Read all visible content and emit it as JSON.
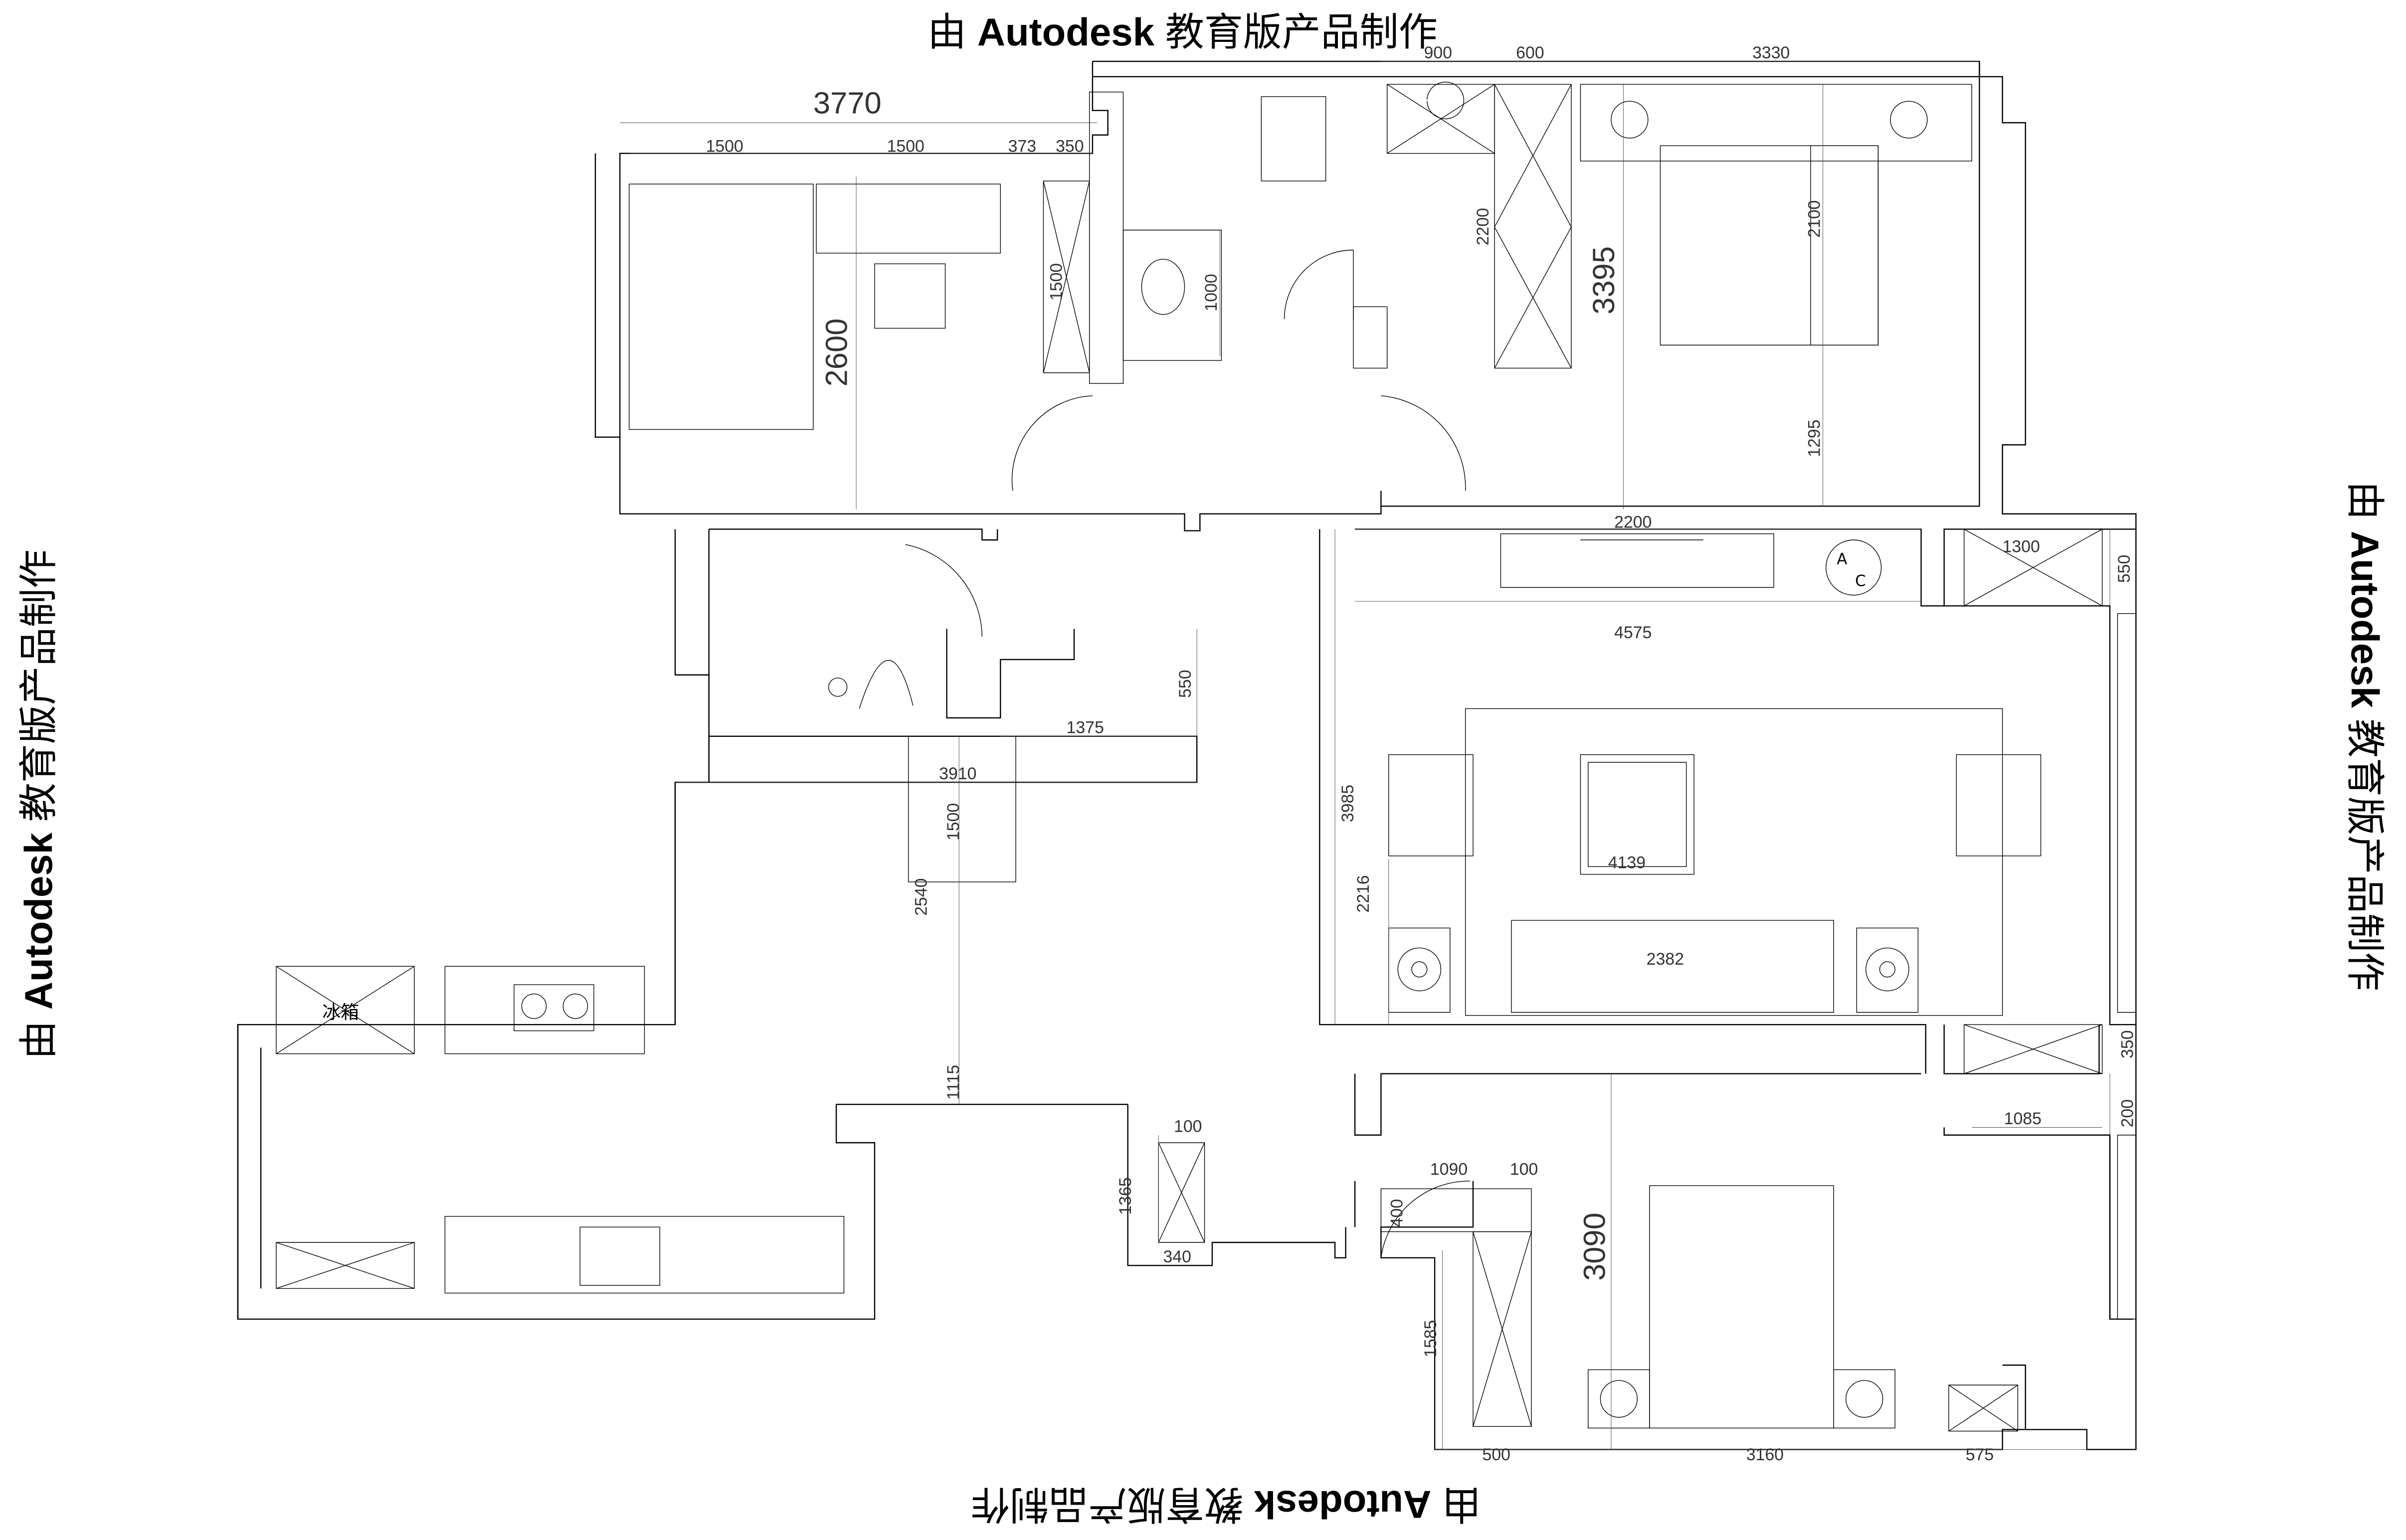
{
  "watermark": {
    "prefix": "由",
    "brand": "Autodesk",
    "suffix": "教育版产品制作"
  },
  "labels": {
    "fridge": "冰箱",
    "ac": "A/C",
    "ac_a": "A",
    "ac_c": "C"
  },
  "dimensions": {
    "d3770": "3770",
    "d1500a": "1500",
    "d1500b": "1500",
    "d373": "373",
    "d350a": "350",
    "d900": "900",
    "d600": "600",
    "d3330": "3330",
    "d2600": "2600",
    "d1500c": "1500",
    "d1000": "1000",
    "d2200a": "2200",
    "d3395": "3395",
    "d2100": "2100",
    "d1295": "1295",
    "d2200b": "2200",
    "d4575": "4575",
    "d1300": "1300",
    "d550a": "550",
    "d550b": "550",
    "d1375": "1375",
    "d3910": "3910",
    "d1500d": "1500",
    "d2540": "2540",
    "d3985": "3985",
    "d4139": "4139",
    "d2216": "2216",
    "d2382": "2382",
    "d350b": "350",
    "d200": "200",
    "d1085": "1085",
    "d1115": "1115",
    "d100a": "100",
    "d1365": "1365",
    "d340": "340",
    "d1090": "1090",
    "d100b": "100",
    "d400": "400",
    "d3090": "3090",
    "d1585": "1585",
    "d500": "500",
    "d3160": "3160",
    "d575": "575"
  }
}
